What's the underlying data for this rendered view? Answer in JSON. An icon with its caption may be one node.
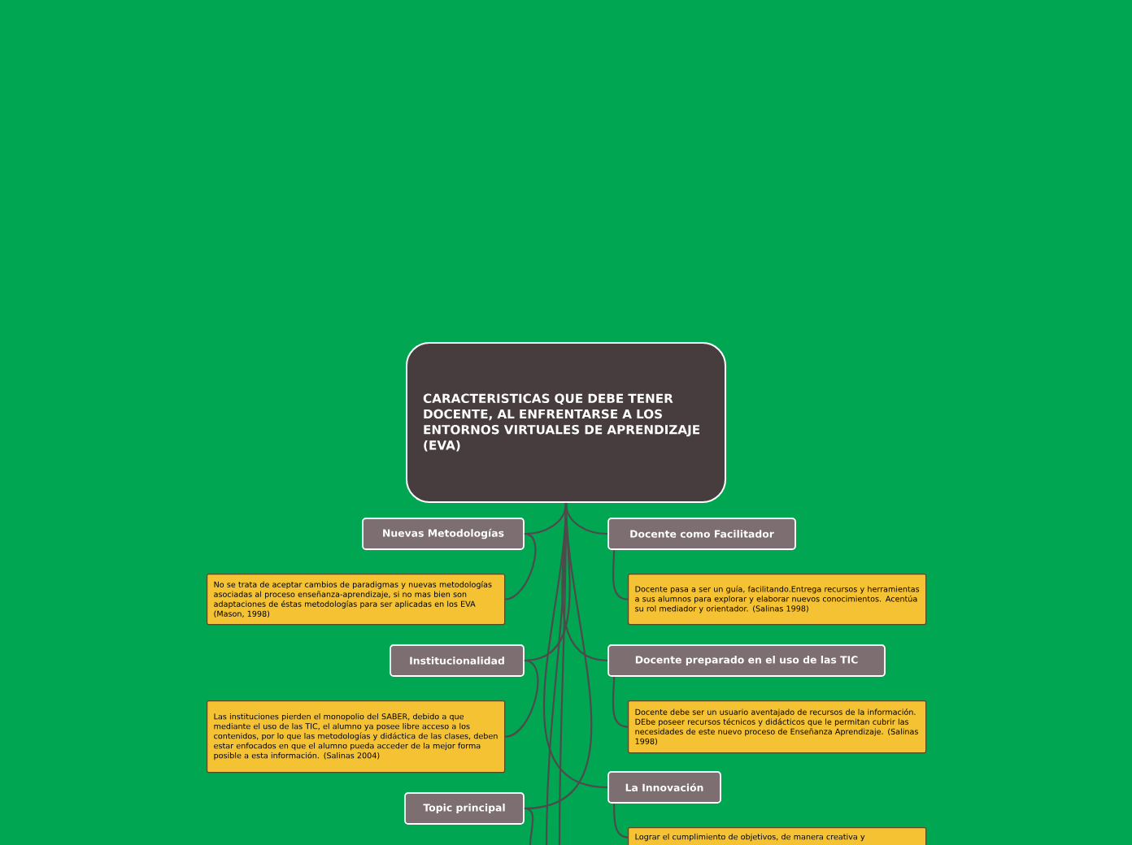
{
  "diagram": {
    "nodes": [
      {
        "text": [
          "CARACTERISTICAS QUE DEBE TENER  DOCENTE, AL ENFRENTARSE A LOS ENTORNOS VIRTUALES DE APRENDIZAJE (EVA)"
        ]
      },
      {
        "text": [
          "Nuevas Metodologías"
        ]
      },
      {
        "text": [
          "No se trata de aceptar cambios de paradigmas y nuevas metodologías asociadas al proceso enseñanza-aprendizaje, si no mas bien son adaptaciones de éstas metodologías para ser aplicadas en los EVA (Mason, 1998)"
        ]
      },
      {
        "text": [
          "Institucionalidad"
        ]
      },
      {
        "text": [
          "Las instituciones pierden el monopolio del SABER, debido a que mediante el uso de las TIC, el alumno ya posee libre acceso a los contenidos, por lo que las metodologías y didáctica de las clases, deben estar enfocados en que el alumno pueda acceder de la mejor forma posible a esta información. (Salinas 2004)"
        ]
      },
      {
        "text": [
          "Topic principal"
        ]
      },
      {
        "text": [
          "Docente como Facilitador"
        ]
      },
      {
        "text": [
          "Docente pasa a ser un guía, facilitando.Entrega recursos y herramientas a sus alumnos para explorar y elaborar nuevos conocimientos. Acentúa su rol mediador y orientador. (Salinas 1998)"
        ]
      },
      {
        "text": [
          "Docente preparado en el uso de las TIC"
        ]
      },
      {
        "text": [
          "Docente debe ser un usuario aventajado de recursos de la información. DEbe poseer recursos técnicos y didácticos que le permitan cubrir las necesidades de este nuevo proceso de Enseñanza Aprendizaje. (Salinas 1998)"
        ]
      },
      {
        "text": [
          "La Innovación"
        ]
      },
      {
        "text": [
          "Lograr el cumplimiento de objetivos, de manera creativa y"
        ]
      }
    ],
    "edges": [
      {
        "from": 0,
        "to": 1,
        "arrow": "none"
      },
      {
        "from": 1,
        "to": 2,
        "arrow": "none"
      },
      {
        "from": 0,
        "to": 3,
        "arrow": "none"
      },
      {
        "from": 3,
        "to": 4,
        "arrow": "none"
      },
      {
        "from": 0,
        "to": 5,
        "arrow": "none"
      },
      {
        "from": 5,
        "to": null,
        "arrow": "none"
      },
      {
        "from": 0,
        "to": 6,
        "arrow": "none"
      },
      {
        "from": 6,
        "to": 7,
        "arrow": "none"
      },
      {
        "from": 0,
        "to": 8,
        "arrow": "none"
      },
      {
        "from": 8,
        "to": 9,
        "arrow": "none"
      },
      {
        "from": 0,
        "to": 10,
        "arrow": "none"
      },
      {
        "from": 10,
        "to": 11,
        "arrow": "none"
      },
      {
        "from": 0,
        "to": null,
        "arrow": "none"
      },
      {
        "from": 0,
        "to": null,
        "arrow": "none"
      }
    ]
  }
}
